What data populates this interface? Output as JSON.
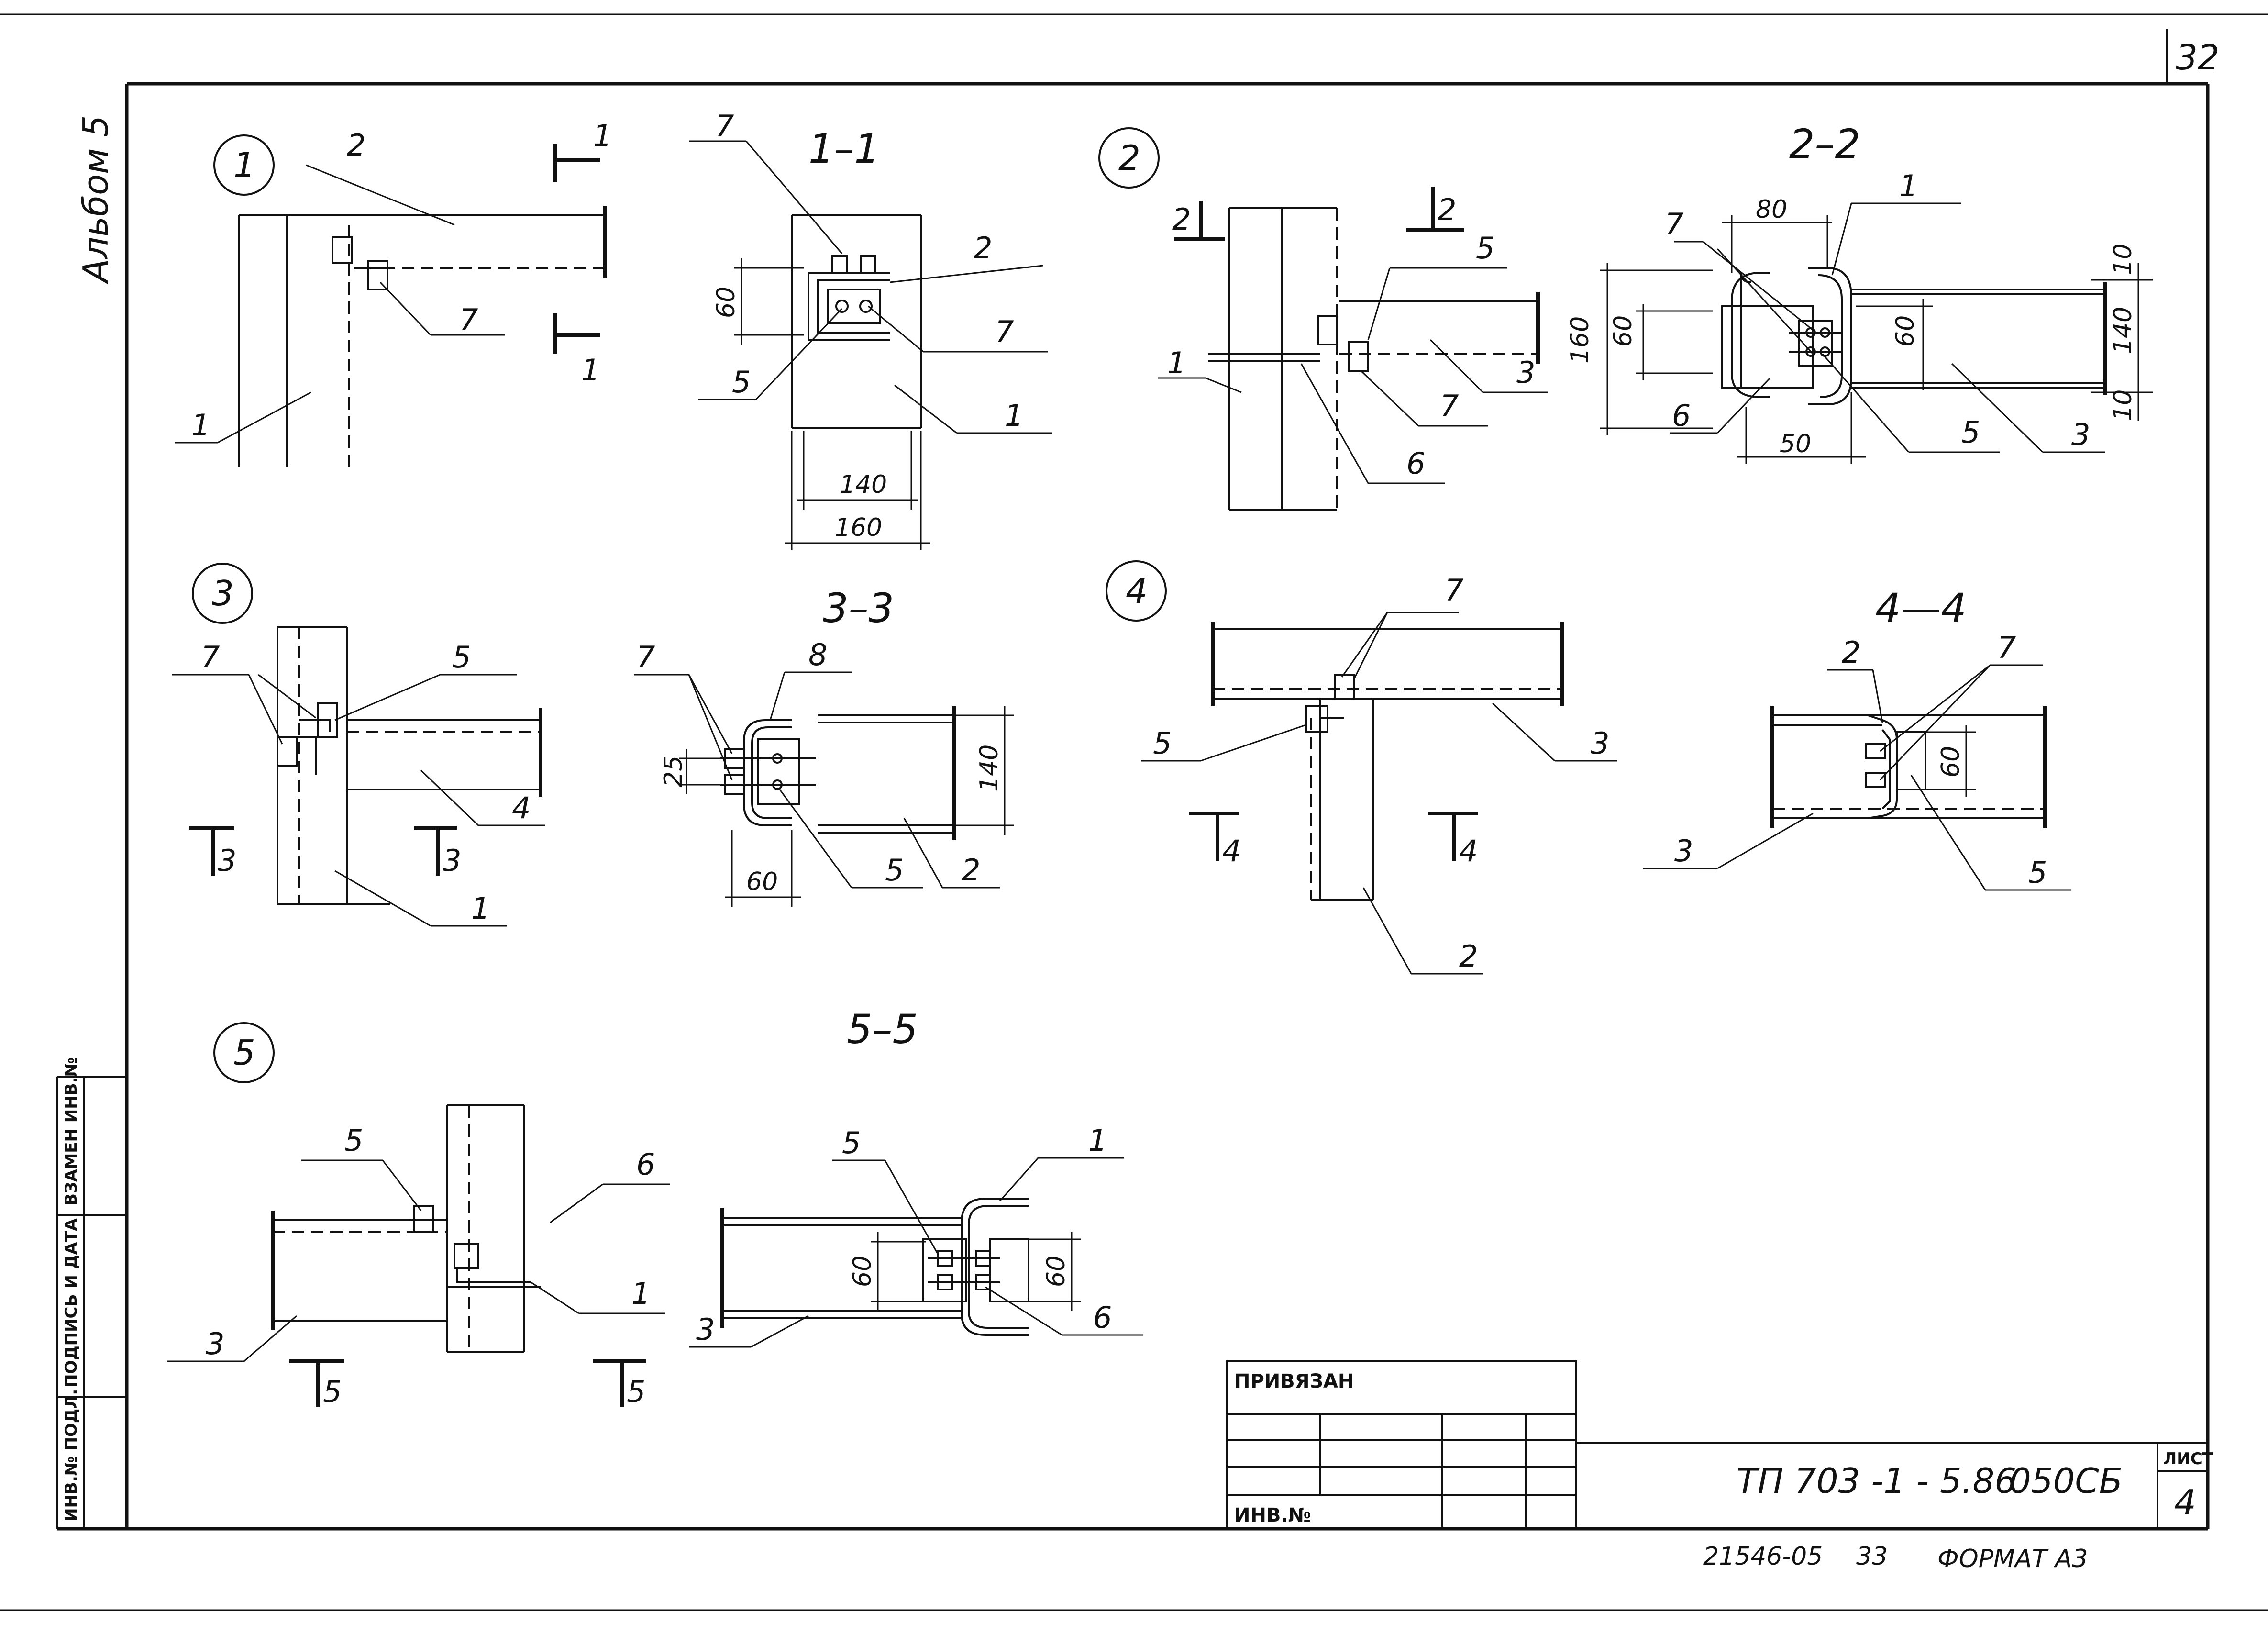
{
  "sheet": {
    "page_number": "32",
    "album": "Альбом 5",
    "document_code": "ТП 703 -1 - 5.86",
    "doc_suffix": "050СБ",
    "sheet_label": "ЛИСТ",
    "sheet_number": "4",
    "bottom_code": "21546-05",
    "bottom_num": "33",
    "format": "ФОРМАТ А3"
  },
  "stamp": {
    "linked": "ПРИВЯЗАН",
    "inv_no": "ИНВ.№"
  },
  "side_table": {
    "inv_sub": "ИНВ.№ ПОДЛ.",
    "sign_date": "ПОДПИСЬ И ДАТА",
    "replace_inv": "ВЗАМЕН ИНВ.№"
  },
  "nodes": [
    {
      "id": "1"
    },
    {
      "id": "2"
    },
    {
      "id": "3"
    },
    {
      "id": "4"
    },
    {
      "id": "5"
    }
  ],
  "sections": {
    "s1": "1–1",
    "s2": "2–2",
    "s3": "3–3",
    "s4": "4—4",
    "s5": "5–5"
  },
  "cut_marks": {
    "c1": "1",
    "c2": "2",
    "c3": "3",
    "c4": "4",
    "c5": "5"
  },
  "dims": {
    "d140": "140",
    "d160": "160",
    "d60": "60",
    "d80": "80",
    "d50": "50",
    "d10": "10",
    "d25": "25"
  },
  "leaders": {
    "p1": "1",
    "p2": "2",
    "p3": "3",
    "p4": "4",
    "p5": "5",
    "p6": "6",
    "p7": "7",
    "p8": "8"
  }
}
